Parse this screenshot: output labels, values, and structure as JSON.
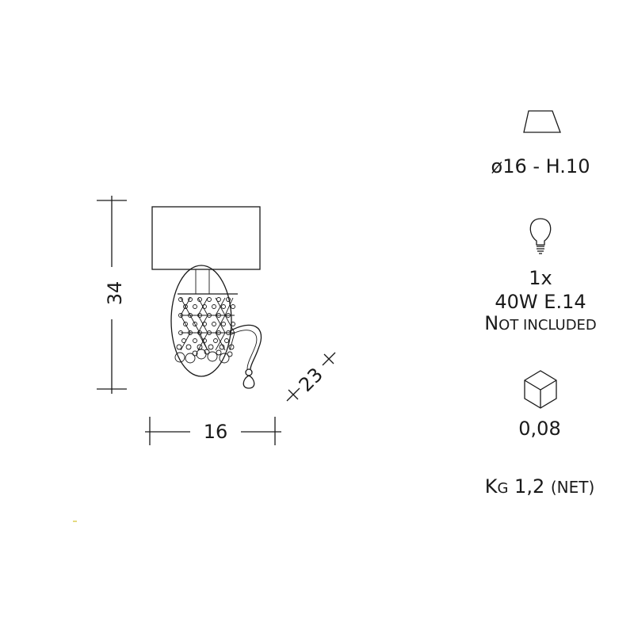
{
  "drawing": {
    "height_value": "34",
    "width_value": "16",
    "depth_value": "23"
  },
  "specs": {
    "shade": {
      "icon": "lampshade-icon",
      "text": "ø16 - H.10"
    },
    "bulb": {
      "icon": "light-bulb-icon",
      "quantity": "1x",
      "power_socket": "40W E.14",
      "note_cap": "N",
      "note_rest": "OT INCLUDED"
    },
    "volume": {
      "icon": "cube-icon",
      "value": "0,08"
    },
    "weight": {
      "unit_cap": "K",
      "unit_rest": "G",
      "value": "1,2",
      "net_label": "(NET)"
    }
  }
}
